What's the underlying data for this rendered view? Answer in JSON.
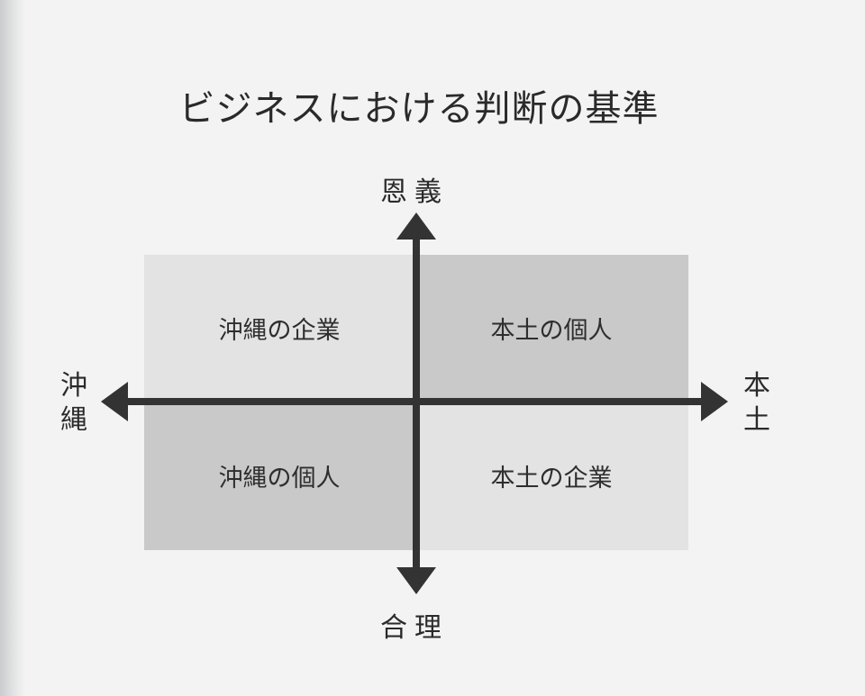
{
  "title": "ビジネスにおける判断の基準",
  "axes": {
    "top": "恩義",
    "bottom": "合理",
    "left": [
      "沖",
      "縄"
    ],
    "right": [
      "本",
      "土"
    ]
  },
  "quadrants": {
    "top_left": "沖縄の企業",
    "top_right": "本土の個人",
    "bottom_left": "沖縄の個人",
    "bottom_right": "本土の企業"
  },
  "colors": {
    "light_quadrant": "#e3e3e3",
    "dark_quadrant": "#c9c9c9",
    "axis": "#333333"
  }
}
